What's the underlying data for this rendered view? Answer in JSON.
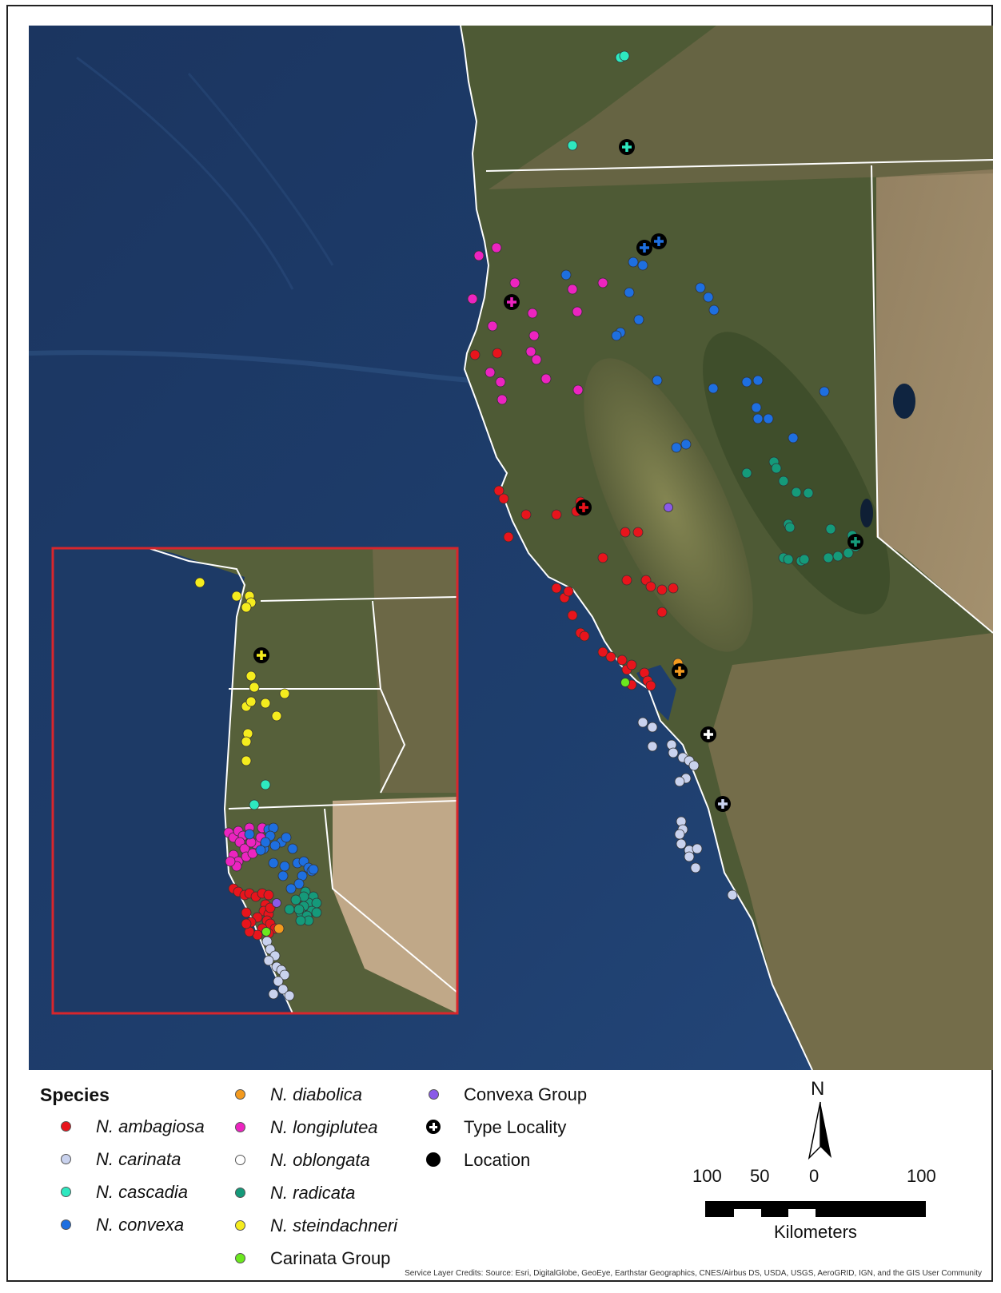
{
  "legend": {
    "title": "Species",
    "items": [
      {
        "label": "N. ambagiosa",
        "color": "#e8141c",
        "italic": true
      },
      {
        "label": "N. carinata",
        "color": "#c9d2ee",
        "italic": true
      },
      {
        "label": "N. cascadia",
        "color": "#2ee8c0",
        "italic": true
      },
      {
        "label": "N. convexa",
        "color": "#1e6fe0",
        "italic": true
      },
      {
        "label": "N. diabolica",
        "color": "#f39a1e",
        "italic": true
      },
      {
        "label": "N. longiplutea",
        "color": "#ec24c0",
        "italic": true
      },
      {
        "label": "N. oblongata",
        "color": "#ffffff",
        "italic": true
      },
      {
        "label": "N. radicata",
        "color": "#159a7a",
        "italic": true
      },
      {
        "label": "N. steindachneri",
        "color": "#f5ec1e",
        "italic": true
      },
      {
        "label": "Carinata Group",
        "color": "#6be81e",
        "italic": false
      },
      {
        "label": "Convexa Group",
        "color": "#8a5ae8",
        "italic": false
      },
      {
        "label": "Type Locality",
        "color": "#000000",
        "italic": false
      },
      {
        "label": "Location",
        "color": "#000000",
        "italic": false
      }
    ]
  },
  "scale_bar": {
    "labels": [
      "100",
      "50",
      "0",
      "100"
    ],
    "unit": "Kilometers"
  },
  "north_arrow": {
    "label": "N"
  },
  "credits": "Service Layer Credits: Source: Esri, DigitalGlobe, GeoEye, Earthstar Geographics, CNES/Airbus DS, USDA, USGS, AeroGRID, IGN, and the GIS User Community",
  "colors": {
    "ocean": "#1d3a66",
    "land": "#5b5d3a",
    "inset_border": "#d8262c",
    "boundary": "#ffffff"
  }
}
